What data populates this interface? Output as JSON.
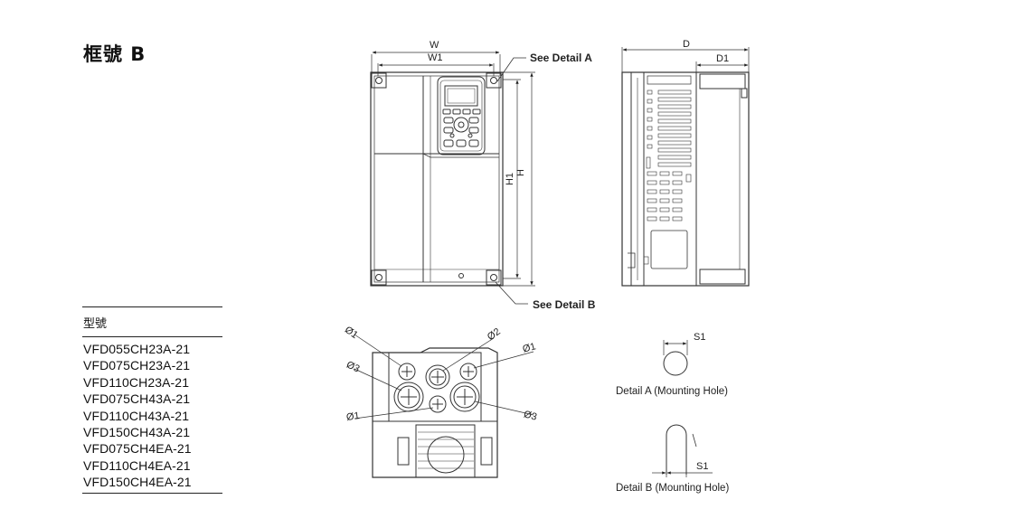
{
  "title": "框號 B",
  "model_table": {
    "header": "型號",
    "models": [
      "VFD055CH23A-21",
      "VFD075CH23A-21",
      "VFD110CH23A-21",
      "VFD075CH43A-21",
      "VFD110CH43A-21",
      "VFD150CH43A-21",
      "VFD075CH4EA-21",
      "VFD110CH4EA-21",
      "VFD150CH4EA-21"
    ]
  },
  "front_view": {
    "dim_w": "W",
    "dim_w1": "W1",
    "dim_h": "H",
    "dim_h1": "H1",
    "callout_a": "See Detail A",
    "callout_b": "See Detail B"
  },
  "side_view": {
    "dim_d": "D",
    "dim_d1": "D1"
  },
  "bottom_view": {
    "labels": [
      "Ø1",
      "Ø2",
      "Ø1",
      "Ø3",
      "Ø1",
      "Ø3"
    ]
  },
  "detail_a": {
    "dim": "S1",
    "caption": "Detail A (Mounting Hole)"
  },
  "detail_b": {
    "dim": "S1",
    "caption": "Detail B (Mounting Hole)"
  }
}
